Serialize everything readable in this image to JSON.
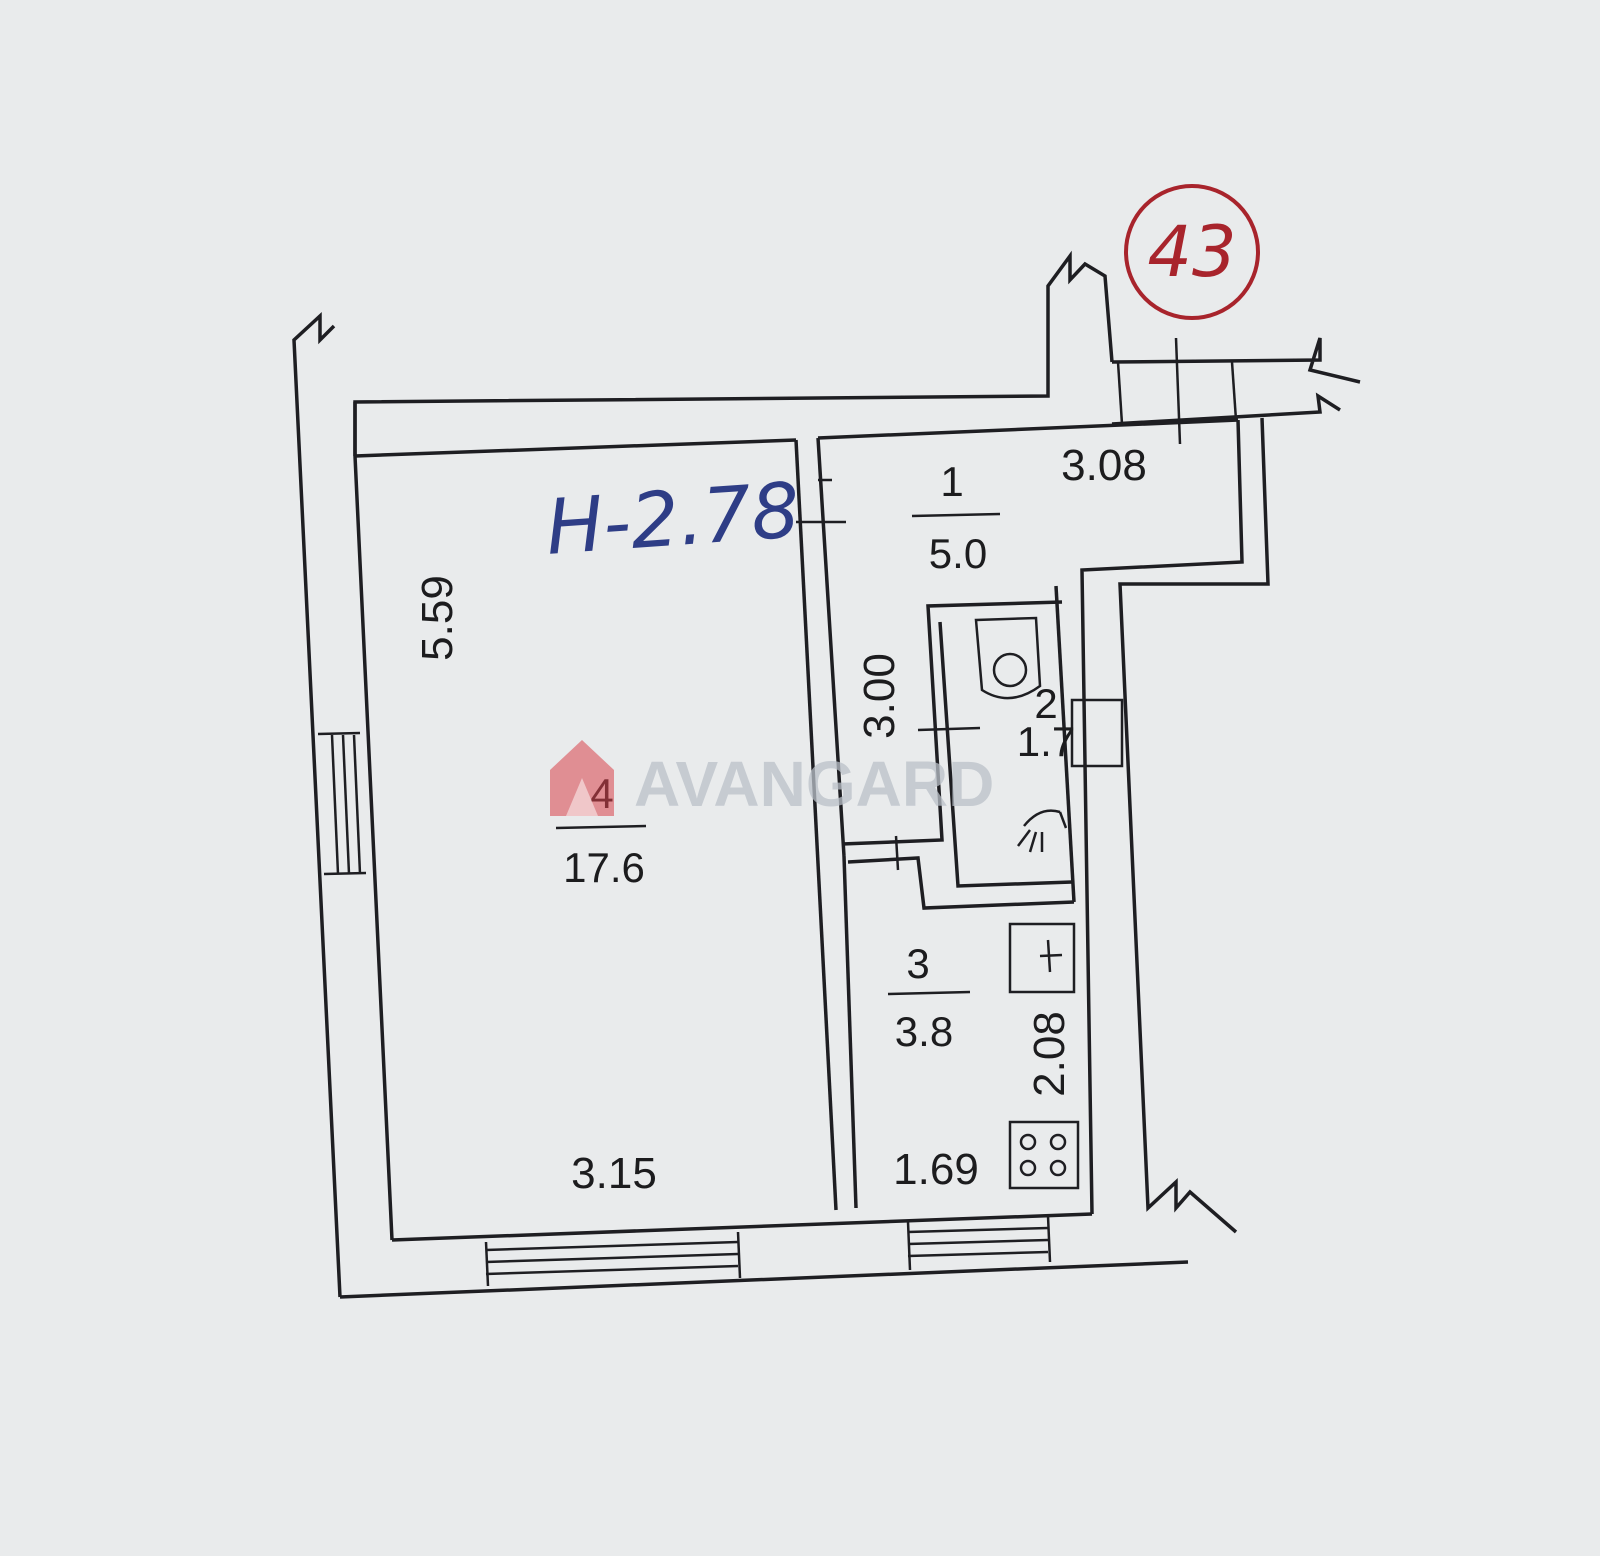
{
  "plan": {
    "height_note": "H-2.78",
    "apartment_number": "43",
    "watermark": "AVANGARD",
    "watermark_color": "#d8424a",
    "ink_color": "#1e1e22",
    "rooms": [
      {
        "number": "1",
        "area": "5.0"
      },
      {
        "number": "2",
        "area": "1.7"
      },
      {
        "number": "3",
        "area": "3.8"
      },
      {
        "number": "4",
        "area": "17.6"
      }
    ],
    "dimensions": {
      "top_right": "3.08",
      "left_height": "5.59",
      "corridor_height": "3.00",
      "living_width": "3.15",
      "kitchen_width": "1.69",
      "kitchen_height": "2.08"
    }
  }
}
